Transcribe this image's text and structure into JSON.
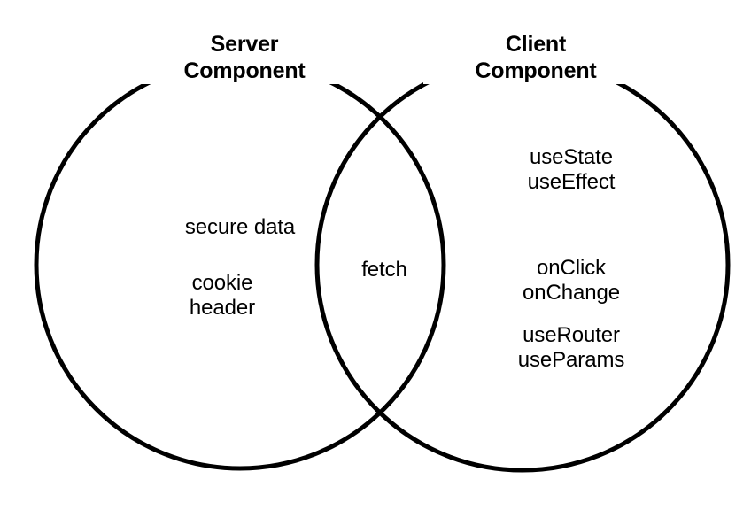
{
  "diagram": {
    "type": "venn",
    "background_color": "#ffffff",
    "stroke_color": "#000000",
    "text_color": "#000000",
    "left_circle": {
      "title_line_1": "Server",
      "title_line_2": "Component",
      "items": [
        "secure data",
        "cookie",
        "header"
      ],
      "groups": [
        {
          "lines": [
            "secure data"
          ]
        },
        {
          "lines": [
            "cookie",
            "header"
          ]
        }
      ]
    },
    "right_circle": {
      "title_line_1": "Client",
      "title_line_2": "Component",
      "items": [
        "useState",
        "useEffect",
        "onClick",
        "onChange",
        "useRouter",
        "useParams"
      ],
      "groups": [
        {
          "lines": [
            "useState",
            "useEffect"
          ]
        },
        {
          "lines": [
            "onClick",
            "onChange"
          ]
        },
        {
          "lines": [
            "useRouter",
            "useParams"
          ]
        }
      ]
    },
    "intersection": {
      "items": [
        "fetch"
      ],
      "groups": [
        {
          "lines": [
            "fetch"
          ]
        }
      ]
    }
  }
}
